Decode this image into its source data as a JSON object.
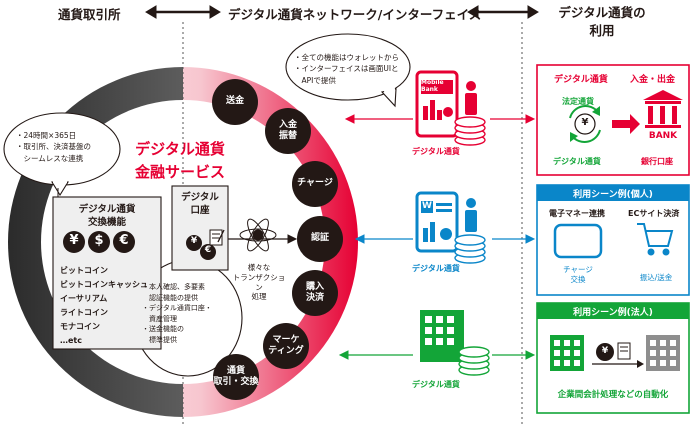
{
  "headers": {
    "exchange": "通貨取引所",
    "network": "デジタル通貨ネットワーク/インターフェイス",
    "usage": "デジタル通貨の\n利用"
  },
  "center": {
    "title": "デジタル通貨\n金融サービス",
    "services": [
      "送金",
      "入金\n振替",
      "チャージ",
      "認証",
      "購入\n決済",
      "マーケ\nティング",
      "通貨\n取引・交換"
    ],
    "transaction_label": "様々な\nトランザクション\n処理"
  },
  "exchange_bubble": [
    "・24時間×365日",
    "・取引所、決済基盤の",
    "　シームレスな連携"
  ],
  "wallet_bubble": [
    "・全ての機能はウォレットから",
    "・インターフェイスは画面UIと",
    "　APIで提供"
  ],
  "exchange_box": {
    "title": "デジタル通貨\n交換機能",
    "symbols": [
      "¥",
      "$",
      "€"
    ],
    "coins": [
      "ビットコイン",
      "ビットコインキャッシュ",
      "イーサリアム",
      "ライトコイン",
      "モナコイン",
      "…etc"
    ]
  },
  "account_box": {
    "title": "デジタル\n口座"
  },
  "account_bubble": [
    "・本人確認、多要素",
    "　認証機能の提供",
    "・デジタル通貨口座・",
    "　資産管理",
    "・送金機能の",
    "　標準提供"
  ],
  "flows": [
    {
      "label": "デジタル通貨",
      "color": "#e60033",
      "device_text": "Mobile\nBank"
    },
    {
      "label": "デジタル通貨",
      "color": "#0a86c9",
      "device_text": "W"
    },
    {
      "label": "デジタル通貨",
      "color": "#13a538",
      "device_text": ""
    }
  ],
  "usage_boxes": [
    {
      "color": "#e60033",
      "header_left": "デジタル通貨",
      "header_right": "入金・出金",
      "legal": "法定通貨",
      "bank": "BANK",
      "bottom_left": "デジタル通貨",
      "bottom_right": "銀行口座"
    },
    {
      "color": "#0a86c9",
      "title": "利用シーン例(個人)",
      "left_label": "電子マネー連携",
      "right_label": "ECサイト決済",
      "left_caption": "チャージ\n交換",
      "right_caption": "振込/送金"
    },
    {
      "color": "#13a538",
      "title": "利用シーン例(法人)",
      "caption": "企業間会計処理などの自動化"
    }
  ]
}
